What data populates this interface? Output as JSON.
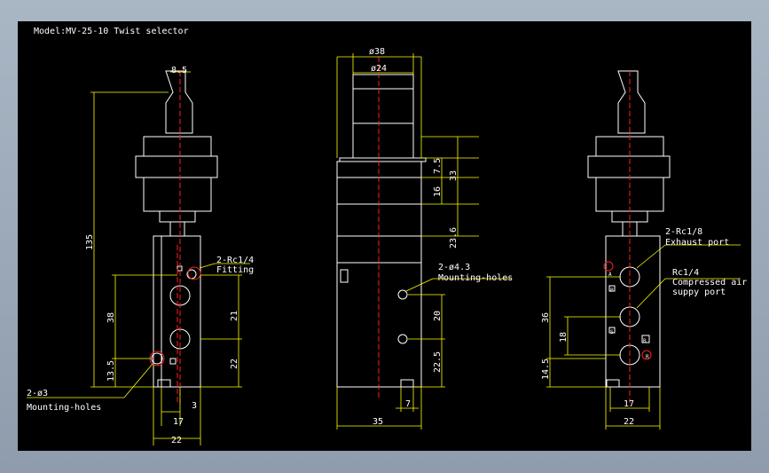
{
  "title": "Model:MV-25-10 Twist selector",
  "left_view": {
    "dim_top": "8.5",
    "dim_height": "135",
    "dim_38": "38",
    "dim_13_5": "13.5",
    "dim_21": "21",
    "dim_22_v": "22",
    "dim_3": "3",
    "dim_17": "17",
    "dim_22": "22",
    "label_port": "2-Rc1/4",
    "label_port_sub": "Fitting",
    "label_holes": "2-ø3",
    "label_holes_sub": "Mounting-holes"
  },
  "middle_view": {
    "dim_38": "ø38",
    "dim_24": "ø24",
    "dim_7_5": "7.5",
    "dim_33": "33",
    "dim_16": "16",
    "dim_23_6": "23.6",
    "dim_20": "20",
    "dim_22_5": "22.5",
    "dim_7": "7",
    "dim_35": "35",
    "label_holes": "2-ø4.3",
    "label_holes_sub": "Mounting-holes"
  },
  "right_view": {
    "label_exhaust": "2-Rc1/8",
    "label_exhaust_sub": "Exhaust port",
    "label_supply": "Rc1/4",
    "label_supply_sub1": "Compressed air",
    "label_supply_sub2": "suppy port",
    "dim_36": "36",
    "dim_18": "18",
    "dim_14_5": "14.5",
    "dim_17": "17",
    "dim_22": "22",
    "tag_p": "P",
    "tag_a": "A",
    "tag_b": "B",
    "tag_r": "R",
    "tag_s": "S"
  }
}
